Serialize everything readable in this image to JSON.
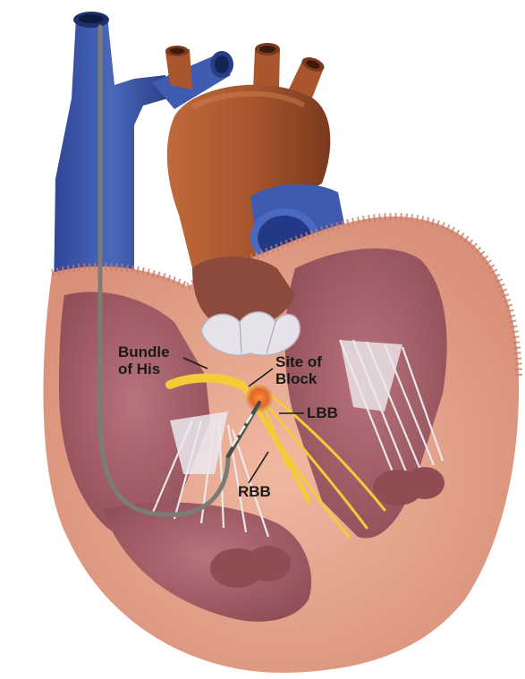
{
  "labels": {
    "bundle_of_his": [
      "Bundle",
      "of His"
    ],
    "site_of_block": [
      "Site of",
      "Block"
    ],
    "lbb": "LBB",
    "rbb": "RBB"
  },
  "colors": {
    "vein_blue": "#3a56a8",
    "aorta_brown": "#a8582f",
    "myocardium": "#e3a58c",
    "chamber_pink": "#a8626b",
    "papillary": "#8f4c52",
    "chordae_white": "#ece8ee",
    "conduction_yellow": "#f4cc3a",
    "block_orange": "#e0662a",
    "pacing_lead_gray": "#7c7c76",
    "label_text": "#1a1a1a"
  }
}
